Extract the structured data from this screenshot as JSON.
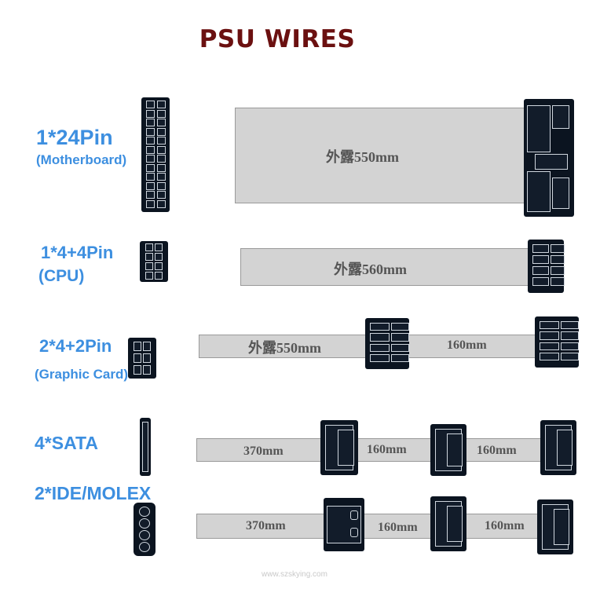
{
  "title": "PSU WIRES",
  "watermark": "www.szskying.com",
  "colors": {
    "title": "#6b1010",
    "label": "#3d8fe0",
    "cable": "#d3d3d3",
    "connector": "#0b1420"
  },
  "cables": [
    {
      "label": "1*24Pin",
      "sublabel": "(Motherboard)",
      "segments": [
        "外露550mm"
      ]
    },
    {
      "label": "1*4+4Pin",
      "sublabel": "(CPU)",
      "segments": [
        "外露560mm"
      ]
    },
    {
      "label": "2*4+2Pin",
      "sublabel": "(Graphic Card)",
      "segments": [
        "外露550mm",
        "160mm"
      ]
    },
    {
      "label": "4*SATA",
      "sublabel": "",
      "segments": [
        "370mm",
        "160mm",
        "160mm"
      ]
    },
    {
      "label": "2*IDE/MOLEX",
      "sublabel": "",
      "segments": [
        "370mm",
        "160mm",
        "160mm"
      ]
    }
  ]
}
